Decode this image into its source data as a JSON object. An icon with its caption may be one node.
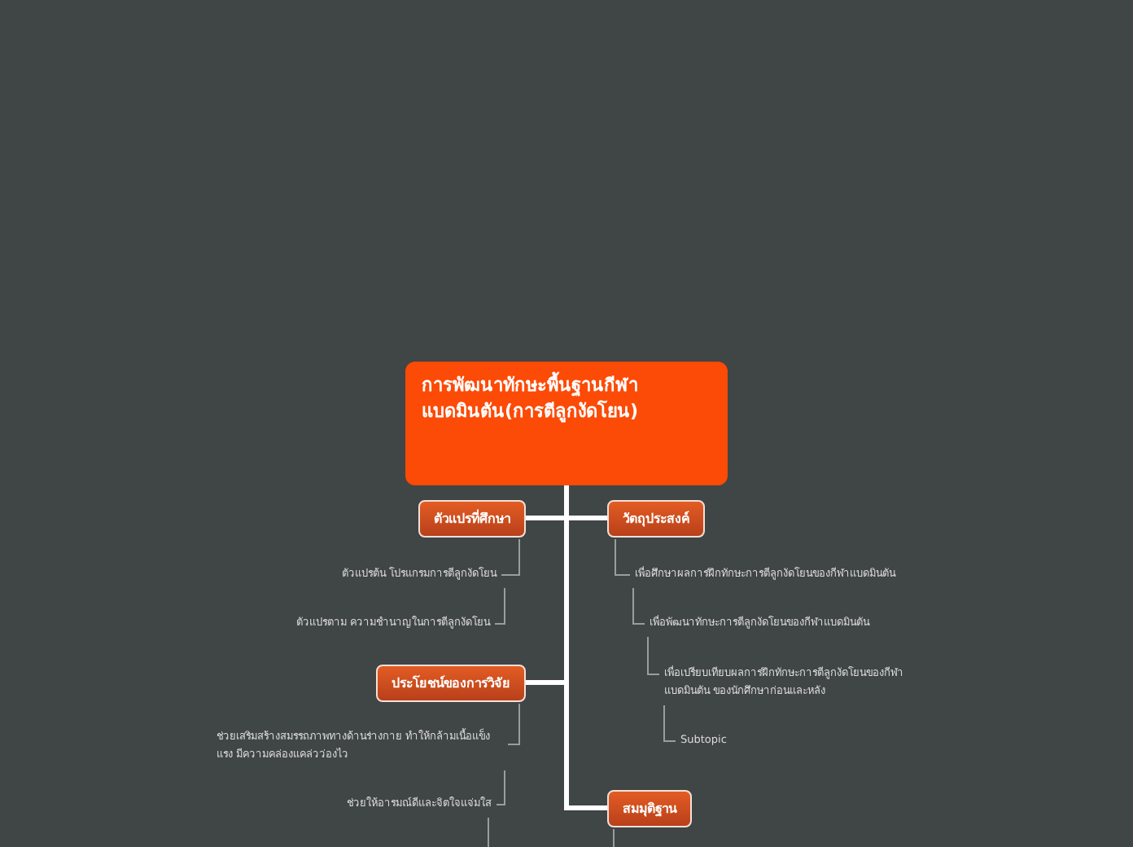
{
  "diagram": {
    "nodes": [
      {
        "text": [
          "การพัฒนาทักษะพื้นฐานกีฬาแบดมินตัน(การตีลูกงัดโยน)"
        ]
      },
      {
        "text": [
          "ตัวแปรที่ศึกษา"
        ]
      },
      {
        "text": [
          "ตัวแปรต้น โปรแกรมการตีลูกงัดโยน"
        ]
      },
      {
        "text": [
          "ตัวแปรตาม ความชำนาญในการตีลูกงัดโยน"
        ]
      },
      {
        "text": [
          "ประโยชน์ของการวิจัย"
        ]
      },
      {
        "text": [
          "ช่วยเสริมสร้างสมรรถภาพทางด้านร่างกาย ทำให้กล้ามเนื้อแข็งแรง มีความคล่องแคล่วว่องไว"
        ]
      },
      {
        "text": [
          "ช่วยให้อารมณ์ดีและจิตใจแจ่มใส"
        ]
      },
      {
        "text": [
          "วัตถุประสงค์"
        ]
      },
      {
        "text": [
          "เพื่อศึกษาผลการฝึกทักษะการตีลูกงัดโยนของกีฬาแบดมินตัน"
        ]
      },
      {
        "text": [
          "เพื่อพัฒนาทักษะการตีลูกงัดโยนของกีฬาแบดมินตัน"
        ]
      },
      {
        "text": [
          "เพื่อเปรียบเทียบผลการฝึกทักษะการตีลูกงัดโยนของกีฬาแบดมินตัน ของนักศึกษาก่อนและหลัง"
        ]
      },
      {
        "text": [
          "Subtopic"
        ]
      },
      {
        "text": [
          "สมมุติฐาน"
        ]
      }
    ],
    "edges": [
      {
        "from": 0,
        "to": 1,
        "arrow": "none",
        "style": "thick",
        "color": "#ffffff"
      },
      {
        "from": 0,
        "to": 7,
        "arrow": "none",
        "style": "thick",
        "color": "#ffffff"
      },
      {
        "from": 0,
        "to": 4,
        "arrow": "none",
        "style": "thick",
        "color": "#ffffff"
      },
      {
        "from": 0,
        "to": 12,
        "arrow": "none",
        "style": "thick",
        "color": "#ffffff"
      },
      {
        "from": 1,
        "to": 2,
        "arrow": "none"
      },
      {
        "from": 2,
        "to": 3,
        "arrow": "none"
      },
      {
        "from": 7,
        "to": 8,
        "arrow": "none"
      },
      {
        "from": 8,
        "to": 9,
        "arrow": "none"
      },
      {
        "from": 9,
        "to": 10,
        "arrow": "none"
      },
      {
        "from": 10,
        "to": 11,
        "arrow": "none"
      },
      {
        "from": 4,
        "to": 5,
        "arrow": "none"
      },
      {
        "from": 5,
        "to": 6,
        "arrow": "none"
      },
      {
        "from": 6,
        "to": null,
        "arrow": "none"
      },
      {
        "from": 12,
        "to": null,
        "arrow": "none"
      }
    ]
  }
}
